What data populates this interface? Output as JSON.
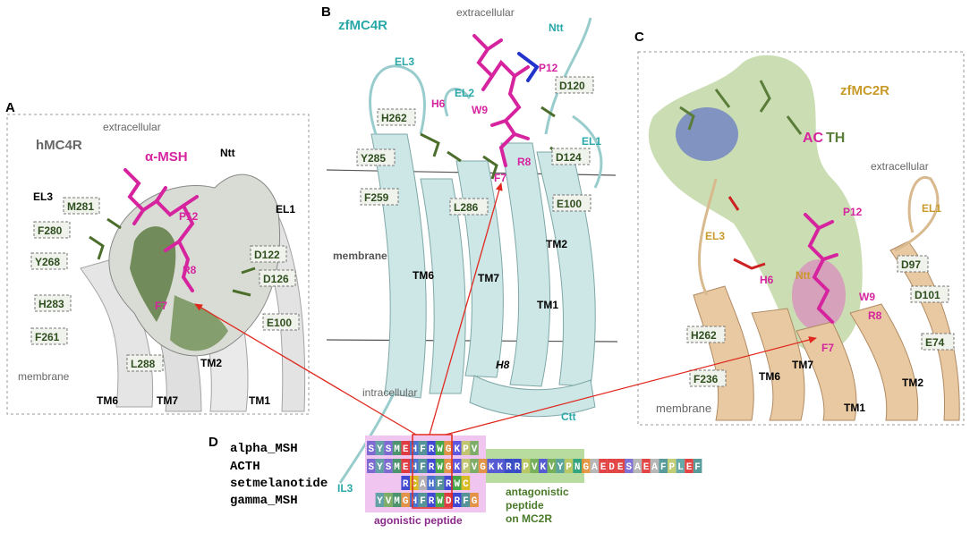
{
  "panelA": {
    "letter": "A",
    "title": "hMC4R",
    "ligand": "α-MSH",
    "extracellular": "extracellular",
    "membrane": "membrane",
    "ntt": "Ntt",
    "loops": [
      "EL3",
      "EL1"
    ],
    "residues": [
      "M281",
      "F280",
      "Y268",
      "H283",
      "F261",
      "L288",
      "D122",
      "D126",
      "E100"
    ],
    "ligand_residues": [
      "P12",
      "R8",
      "F7"
    ],
    "helices": [
      "TM6",
      "TM7",
      "TM2",
      "TM1"
    ]
  },
  "panelB": {
    "letter": "B",
    "title": "zfMC4R",
    "extracellular": "extracellular",
    "intracellular": "intracellular",
    "membrane": "membrane",
    "ntt": "Ntt",
    "ctt": "Ctt",
    "loops": [
      "EL3",
      "EL2",
      "EL1",
      "IL3"
    ],
    "residues": [
      "H262",
      "Y285",
      "F259",
      "L286",
      "D120",
      "D124",
      "E100"
    ],
    "ligand_residues": [
      "P12",
      "H6",
      "W9",
      "R8",
      "F7"
    ],
    "helices": [
      "TM6",
      "TM7",
      "TM2",
      "TM1",
      "H8"
    ]
  },
  "panelC": {
    "letter": "C",
    "title": "zfMC2R",
    "ligand_part1": "AC",
    "ligand_part2": "TH",
    "extracellular": "extracellular",
    "membrane": "membrane",
    "ntt": "Ntt",
    "loops": [
      "EL3",
      "EL1"
    ],
    "residues": [
      "D97",
      "D101",
      "H262",
      "F236",
      "E74"
    ],
    "ligand_residues": [
      "P12",
      "H6",
      "W9",
      "R8",
      "F7"
    ],
    "helices": [
      "TM6",
      "TM7",
      "TM2",
      "TM1"
    ]
  },
  "panelD": {
    "letter": "D",
    "names": [
      "alpha_MSH",
      "ACTH",
      "setmelanotide",
      "gamma_MSH"
    ],
    "seq_alpha": "SYSMEHFRWGKPV",
    "seq_acth_a": "SYSMEHFRWGKPV",
    "seq_acth_b": "GKKRRPVKVYPNGAEDESAEAFPLEF",
    "seq_set": "RCAHFRWC",
    "seq_gamma": "YVMGHFRWDRFG",
    "agonistic_label": "agonistic peptide",
    "antagonistic_label_1": "antagonistic",
    "antagonistic_label_2": "peptide",
    "antagonistic_label_3": "on MC2R"
  },
  "colors": {
    "helix_a": "#e6e6e6",
    "helix_b": "#cfe6e6",
    "helix_c": "#e9cba5",
    "ligand": "#d6249f",
    "residue": "#5a7d3a",
    "agonist_bg": "#f0c6f0",
    "antagonist_bg": "#b8dca0",
    "arrow": "#e0281e"
  }
}
